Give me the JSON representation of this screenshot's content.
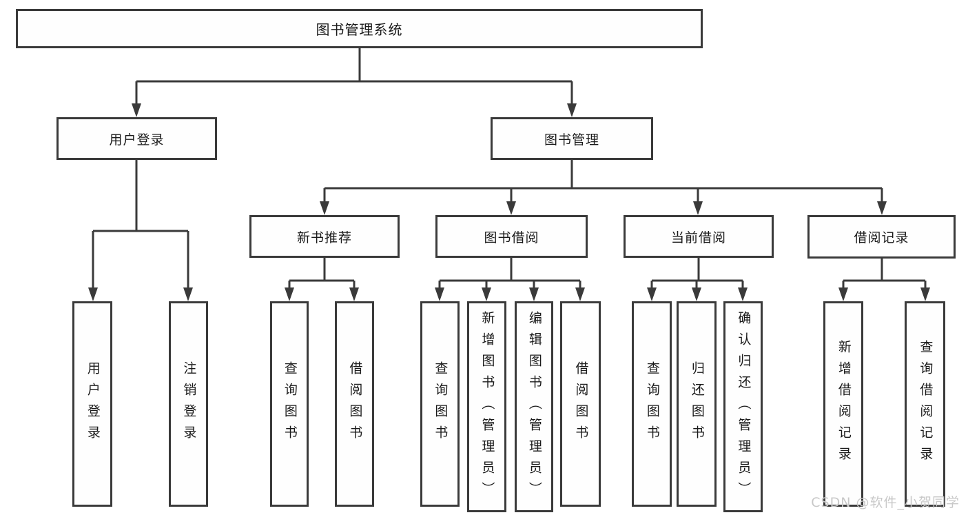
{
  "tree": {
    "label": "图书管理系统",
    "children": [
      {
        "label": "用户登录",
        "children": [
          {
            "label": "用户登录"
          },
          {
            "label": "注销登录"
          }
        ]
      },
      {
        "label": "图书管理",
        "children": [
          {
            "label": "新书推荐",
            "children": [
              {
                "label": "查询图书"
              },
              {
                "label": "借阅图书"
              }
            ]
          },
          {
            "label": "图书借阅",
            "children": [
              {
                "label": "查询图书"
              },
              {
                "label": "新增图书（管理员）"
              },
              {
                "label": "编辑图书（管理员）"
              },
              {
                "label": "借阅图书"
              }
            ]
          },
          {
            "label": "当前借阅",
            "children": [
              {
                "label": "查询图书"
              },
              {
                "label": "归还图书"
              },
              {
                "label": "确认归还（管理员）"
              }
            ]
          },
          {
            "label": "借阅记录",
            "children": [
              {
                "label": "新增借阅记录"
              },
              {
                "label": "查询借阅记录"
              }
            ]
          }
        ]
      }
    ]
  },
  "watermark": "CSDN @软件_小贺同学",
  "colors": {
    "line": "#3a3a3a",
    "text": "#1a1a1a",
    "watermark": "#c8c8c8",
    "background": "#ffffff"
  }
}
